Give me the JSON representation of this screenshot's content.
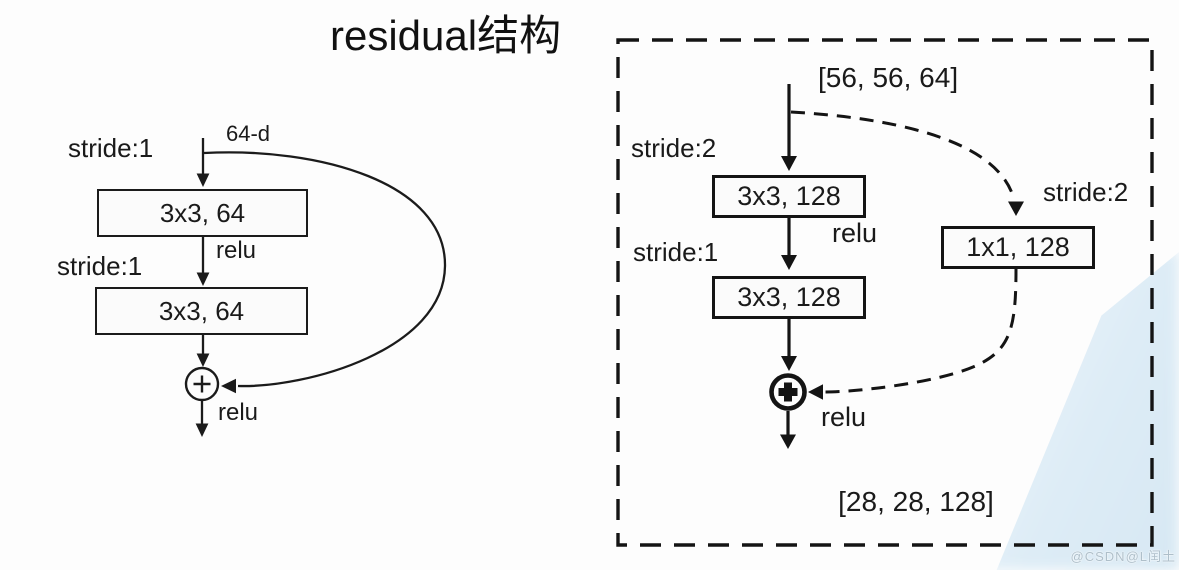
{
  "title": "residual结构",
  "colors": {
    "ink": "#1a1a1a",
    "background": "#fdfdfd",
    "corner_tint": "#d7e8f3"
  },
  "left_block": {
    "stride_label_1": "stride:1",
    "input_label": "64-d",
    "conv1_label": "3x3, 64",
    "relu_label_1": "relu",
    "stride_label_2": "stride:1",
    "conv2_label": "3x3, 64",
    "relu_label_2": "relu"
  },
  "right_block": {
    "input_shape_label": "[56, 56, 64]",
    "stride_label_1": "stride:2",
    "conv1_label": "3x3, 128",
    "relu_label_1": "relu",
    "stride_label_2": "stride:1",
    "conv2_label": "3x3, 128",
    "shortcut_stride_label": "stride:2",
    "shortcut_conv_label": "1x1, 128",
    "relu_label_2": "relu",
    "output_shape_label": "[28, 28, 128]"
  },
  "watermark": "@CSDN@L闰土"
}
